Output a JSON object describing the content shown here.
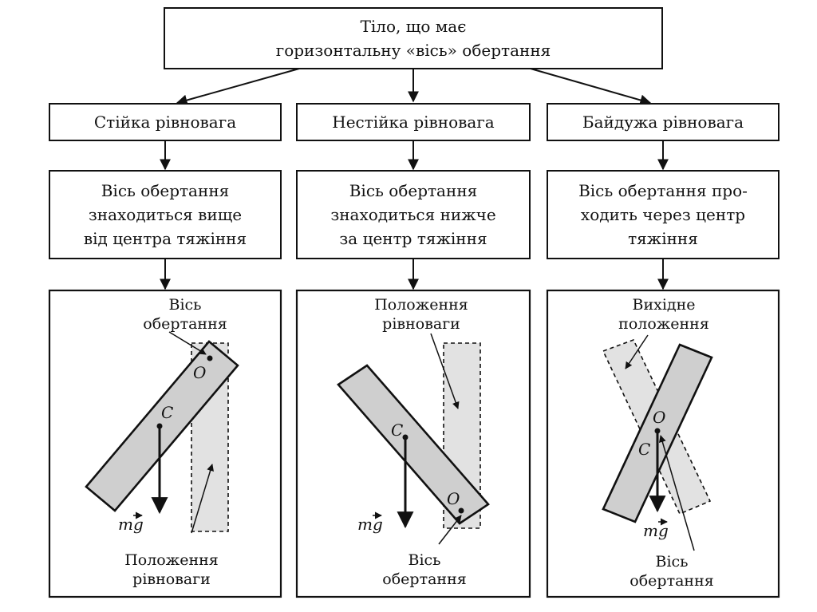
{
  "top": {
    "line1": "Тіло, що має",
    "line2": "горизонтальну «вісь» обертання"
  },
  "columns": [
    {
      "type": "Стійка рівновага",
      "desc": [
        "Вісь обертання",
        "знаходиться вище",
        "від центра тяжіння"
      ],
      "label_top": [
        "Вісь",
        "обертання"
      ],
      "label_bottom": [
        "Положення",
        "рівноваги"
      ],
      "axis_letter": "O",
      "center_letter": "C",
      "force": "mg"
    },
    {
      "type": "Нестійка рівновага",
      "desc": [
        "Вісь обертання",
        "знаходиться нижче",
        "за центр тяжіння"
      ],
      "label_top": [
        "Положення",
        "рівноваги"
      ],
      "label_bottom": [
        "Вісь",
        "обертання"
      ],
      "axis_letter": "O",
      "center_letter": "C",
      "force": "mg"
    },
    {
      "type": "Байдужа рівновага",
      "desc": [
        "Вісь обертання про-",
        "ходить через центр",
        "тяжіння"
      ],
      "label_top": [
        "Вихідне",
        "положення"
      ],
      "label_bottom": [
        "Вісь",
        "обертання"
      ],
      "axis_letter": "O",
      "center_letter": "C",
      "force": "mg"
    }
  ]
}
